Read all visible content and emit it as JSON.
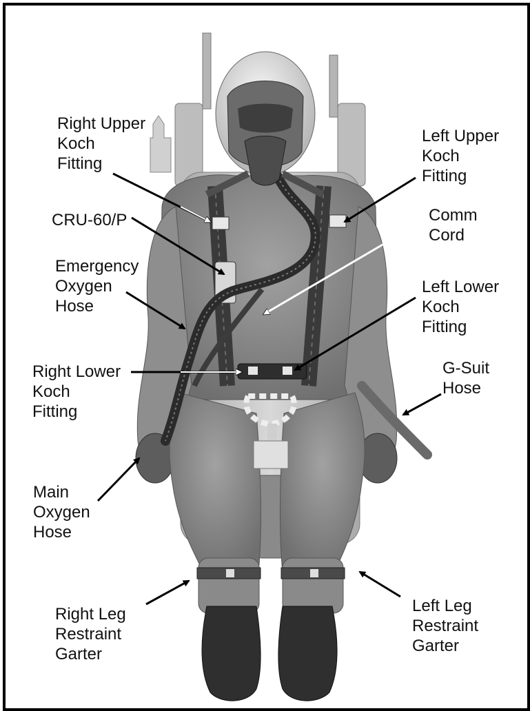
{
  "labels": {
    "right_upper_koch": "Right Upper\nKoch\nFitting",
    "left_upper_koch": "Left Upper\nKoch\nFitting",
    "cru_60p": "CRU-60/P",
    "comm_cord": "Comm\nCord",
    "emergency_oxygen_hose": "Emergency\nOxygen\nHose",
    "left_lower_koch": "Left Lower\nKoch\nFitting",
    "right_lower_koch": "Right Lower\nKoch\nFitting",
    "g_suit_hose": "G-Suit\nHose",
    "main_oxygen_hose": "Main\nOxygen\nHose",
    "right_leg_garter": "Right Leg\nRestraint\nGarter",
    "left_leg_garter": "Left Leg\nRestraint\nGarter"
  },
  "colors": {
    "suit": "#8d8d8d",
    "seat": "#c9c9c9",
    "dark": "#3a3a3a",
    "helmet": "#e4e4e4",
    "text": "#111111",
    "arrow": "#000000",
    "arrow_light": "#ffffff"
  }
}
